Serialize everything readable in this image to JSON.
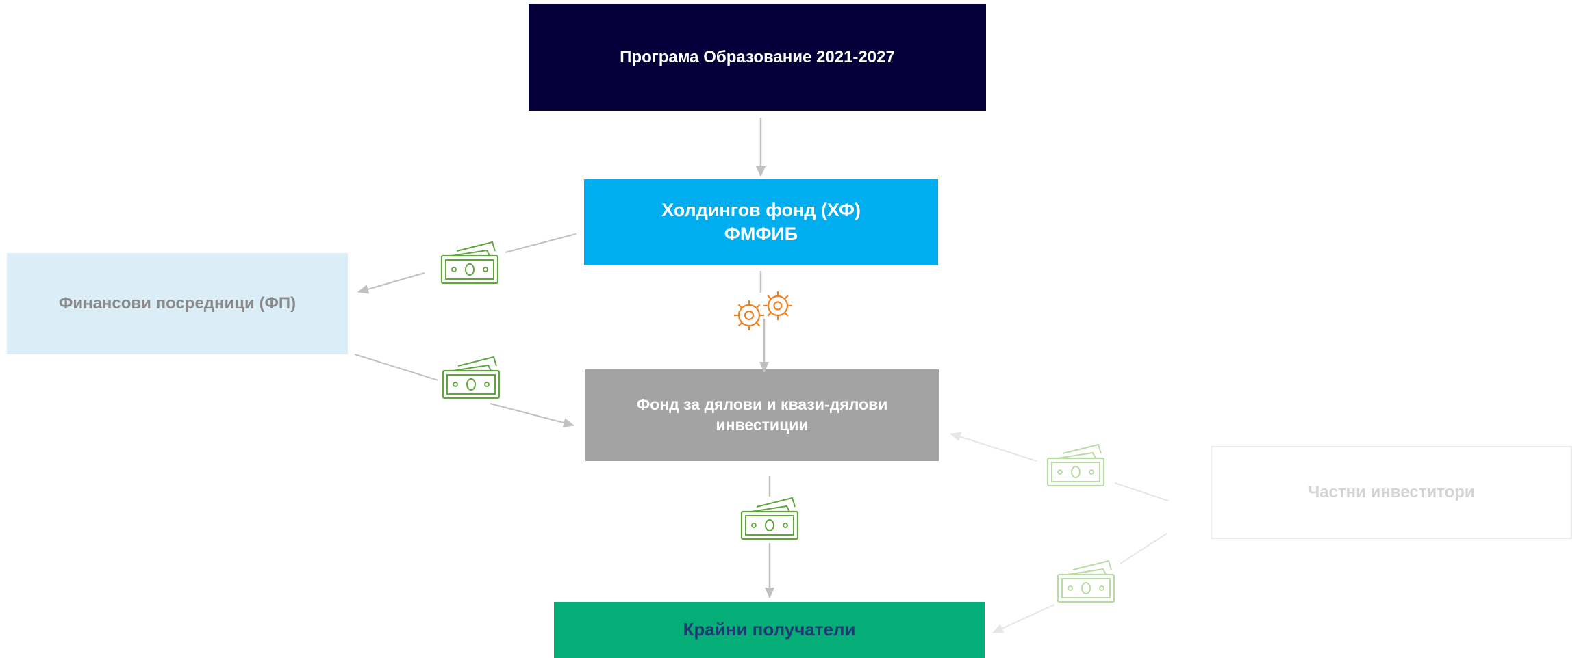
{
  "boxes": {
    "program": {
      "label": "Програма Образование 2021-2027",
      "bg": "#06003a",
      "color": "#ffffff"
    },
    "holding": {
      "line1": "Холдингов фонд (ХФ)",
      "line2": "ФМФИБ",
      "bg": "#00aeef",
      "color": "#ffffff"
    },
    "fp": {
      "label": "Финансови посредници (ФП)",
      "bg": "#dbeef8",
      "color": "#8a8a8a"
    },
    "fund": {
      "line1": "Фонд за дялови и квази-дялови",
      "line2": "инвестиции",
      "bg": "#a3a3a3",
      "color": "#ffffff"
    },
    "private": {
      "label": "Частни инвеститори",
      "bg": "#ffffff",
      "color": "#d4d4d4"
    },
    "final": {
      "label": "Крайни получатели",
      "bg": "#05ad77",
      "color": "#1f3a73"
    }
  },
  "icons": {
    "money": "money-icon",
    "gears": "gears-icon"
  },
  "colors": {
    "arrow": "#c0c0c0",
    "arrow_faded": "#e6e6e6",
    "money": "#5fa73b",
    "money_faded": "#b9dba6",
    "gear": "#f07f1f"
  }
}
